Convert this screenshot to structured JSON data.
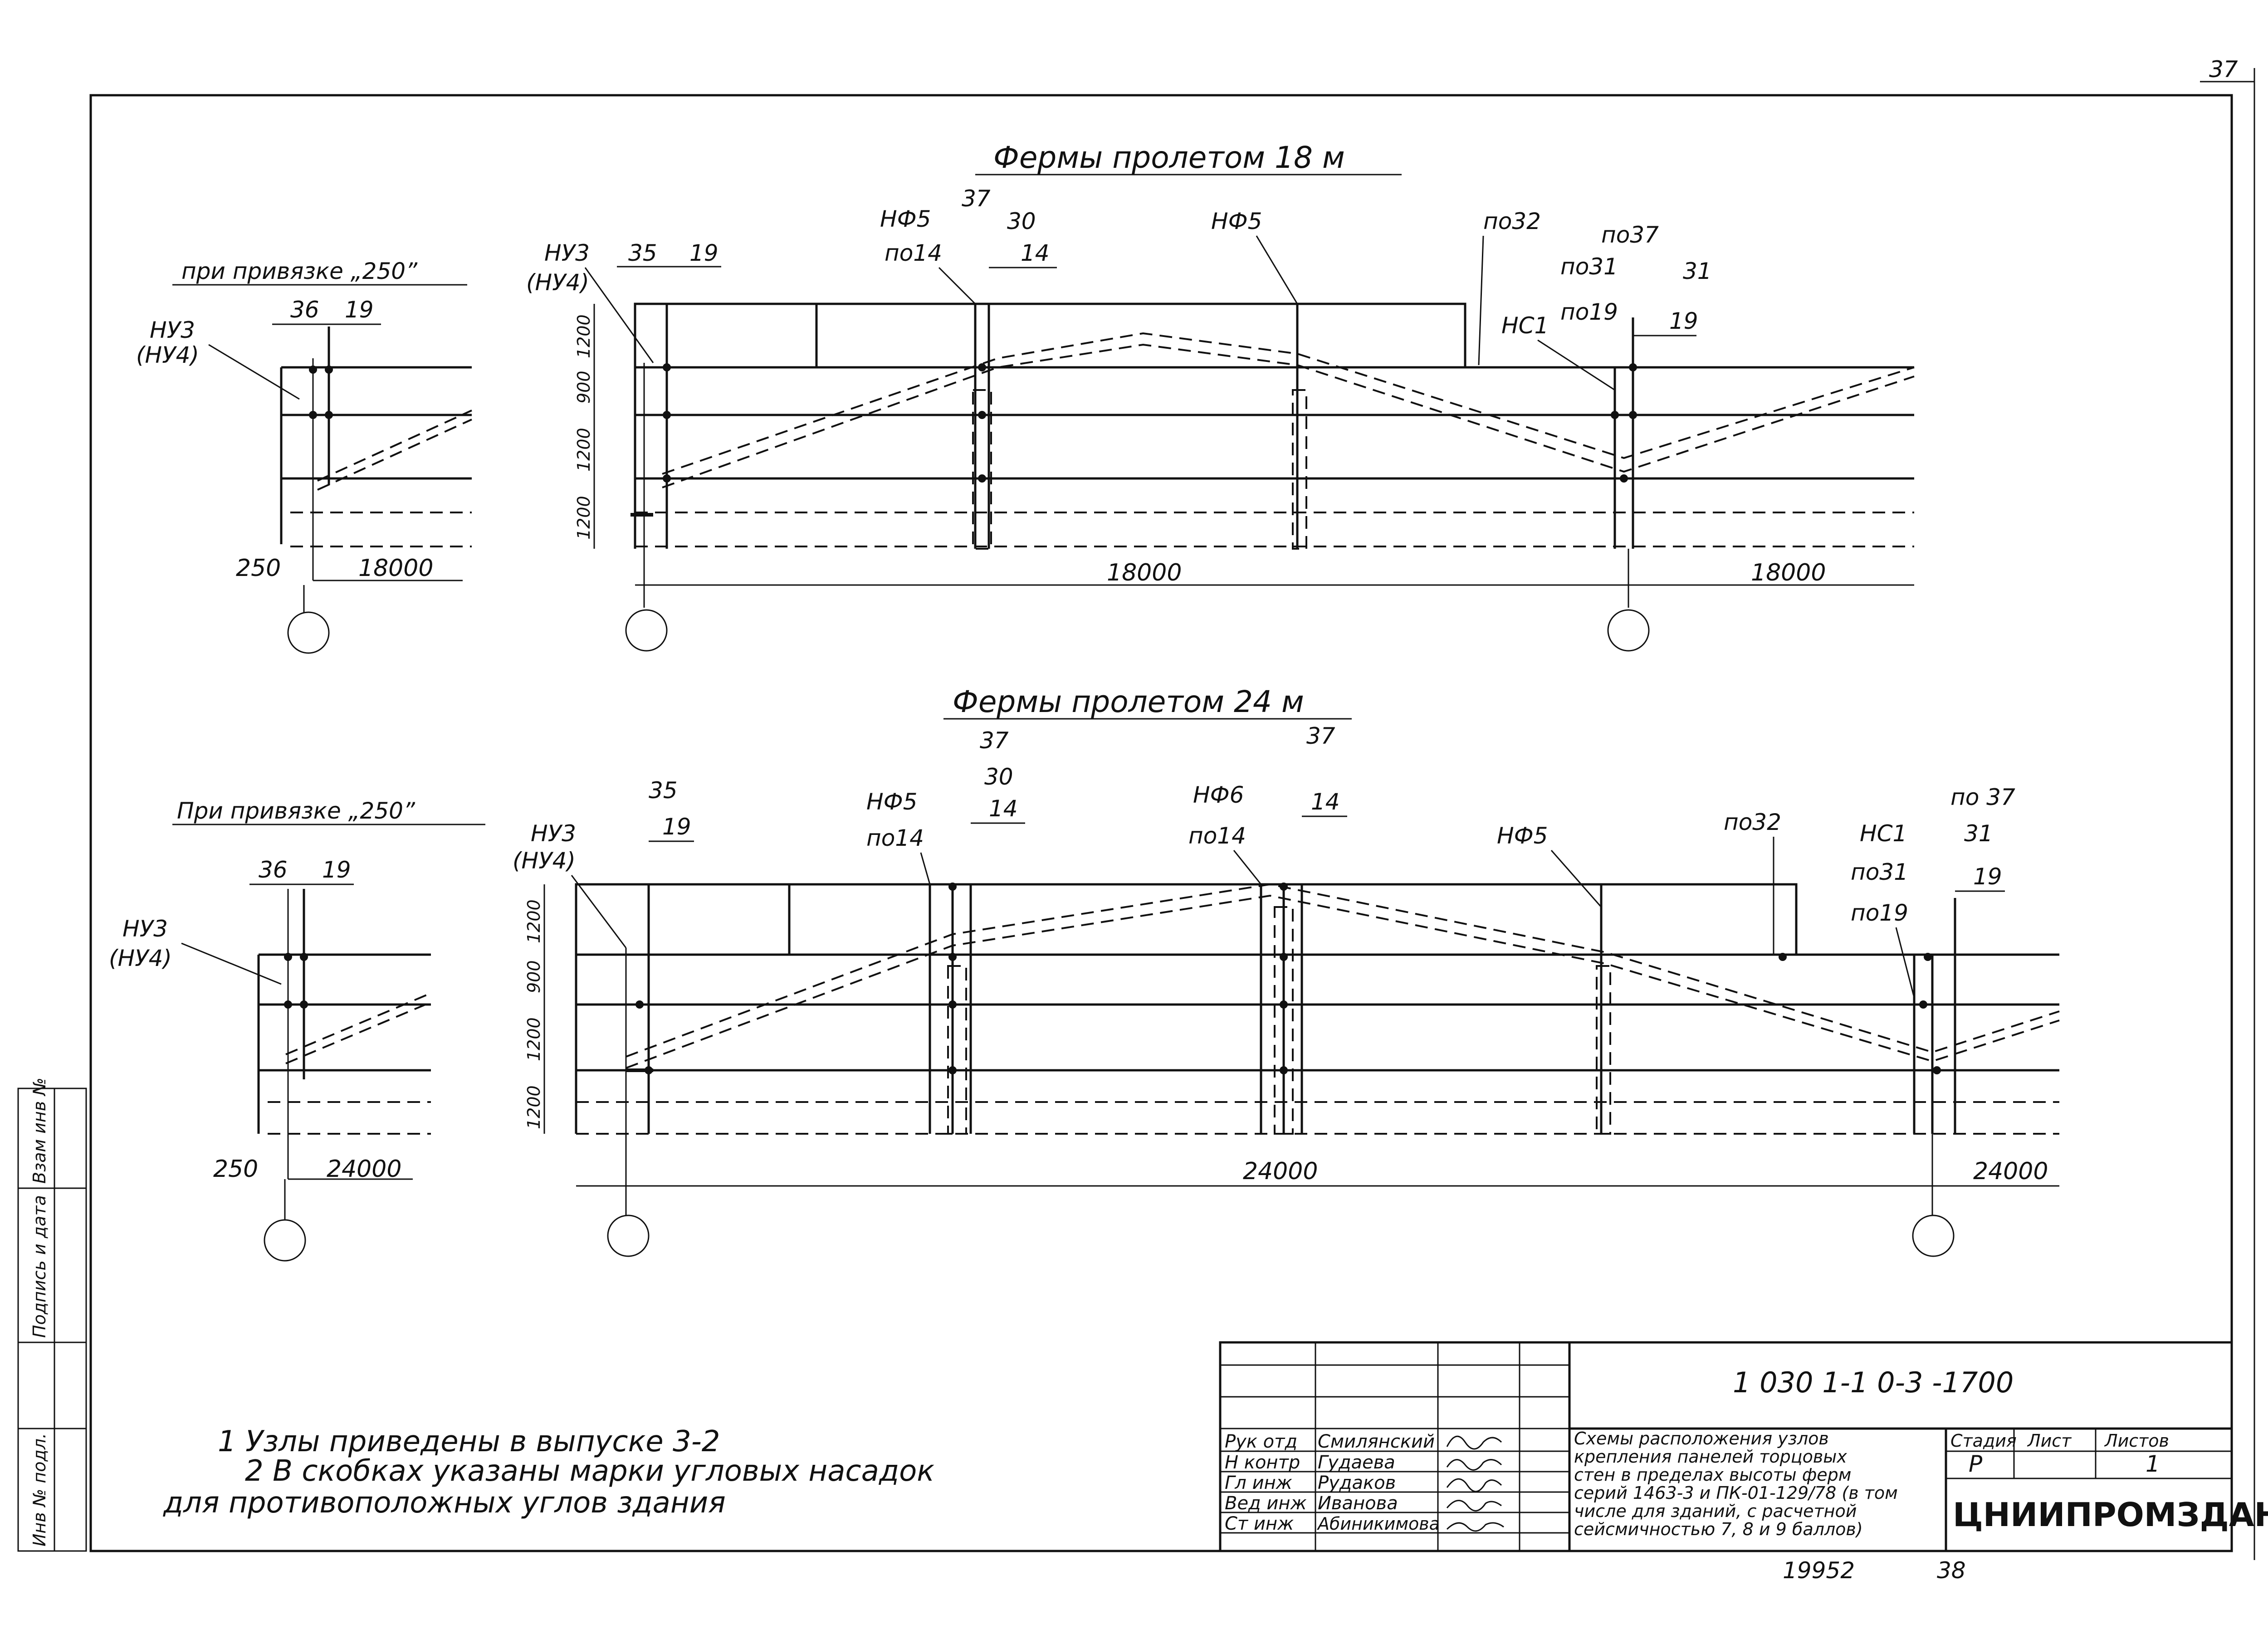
{
  "page_no": "37",
  "diagram_18": {
    "title": "Фермы пролетом 18 м",
    "left_title": "при привязке „250”",
    "labels": {
      "nu3_left": "НУ3",
      "nu4_left": "(НУ4)",
      "n36": "36",
      "n19a": "19",
      "nu3": "НУ3",
      "nu4": "(НУ4)",
      "n35": "35",
      "n19": "19",
      "nf5a": "НФ5",
      "po14": "по14",
      "n37": "37",
      "n30": "30",
      "n14": "14",
      "nf5b": "НФ5",
      "po32": "по32",
      "ns1": "НС1",
      "po31": "по31",
      "po19": "по19",
      "po37": "по37",
      "n31": "31",
      "n19b": "19"
    },
    "heights": [
      "1200",
      "900",
      "1200",
      "1200"
    ],
    "dims": [
      "250",
      "18000",
      "18000",
      "18000"
    ]
  },
  "diagram_24": {
    "title": "Фермы пролетом 24 м",
    "left_title": "При привязке „250”",
    "labels": {
      "nu3_left": "НУ3",
      "nu4_left": "(НУ4)",
      "n36": "36",
      "n19a": "19",
      "nu3": "НУ3",
      "nu4": "(НУ4)",
      "n35": "35",
      "n19": "19",
      "nf5a": "НФ5",
      "po14a": "по14",
      "n37a": "37",
      "n30": "30",
      "n14a": "14",
      "nf6": "НФ6",
      "po14b": "по14",
      "n37b": "37",
      "n14b": "14",
      "nf5b": "НФ5",
      "po32": "по32",
      "ns1": "НС1",
      "po31": "по31",
      "po19": "по19",
      "po37": "по 37",
      "n31": "31",
      "n19b": "19"
    },
    "heights": [
      "1200",
      "900",
      "1200",
      "1200"
    ],
    "dims": [
      "250",
      "24000",
      "24000",
      "24000"
    ]
  },
  "notes": [
    "1 Узлы приведены в выпуске 3-2",
    "2 В скобках указаны марки угловых насадок",
    "для противоположных углов здания"
  ],
  "side_stamp": [
    "Инв № подл.",
    "Подпись и дата",
    "Взам инв №"
  ],
  "title_block": {
    "code": "1 030 1-1 0-3 -1700",
    "roles": [
      "Рук отд",
      "Н контр",
      "Гл инж",
      "Вед инж",
      "Ст инж"
    ],
    "names": [
      "Смилянский",
      "Гудаева",
      "Рудаков",
      "Иванова",
      "Абиникимова"
    ],
    "description": [
      "Схемы расположения узлов",
      "крепления панелей торцовых",
      "стен в пределах высоты ферм",
      "серий 1463-3 и ПК-01-129/78 (в том",
      "числе для зданий, с расчетной",
      "сейсмичностью 7, 8 и 9 баллов)"
    ],
    "stage_label": "Стадия",
    "sheet_label": "Лист",
    "sheets_label": "Листов",
    "stage": "Р",
    "sheet": "1",
    "org": "ЦНИИПРОМЗДАНИЙ"
  },
  "footer": {
    "number": "19952",
    "page": "38"
  }
}
